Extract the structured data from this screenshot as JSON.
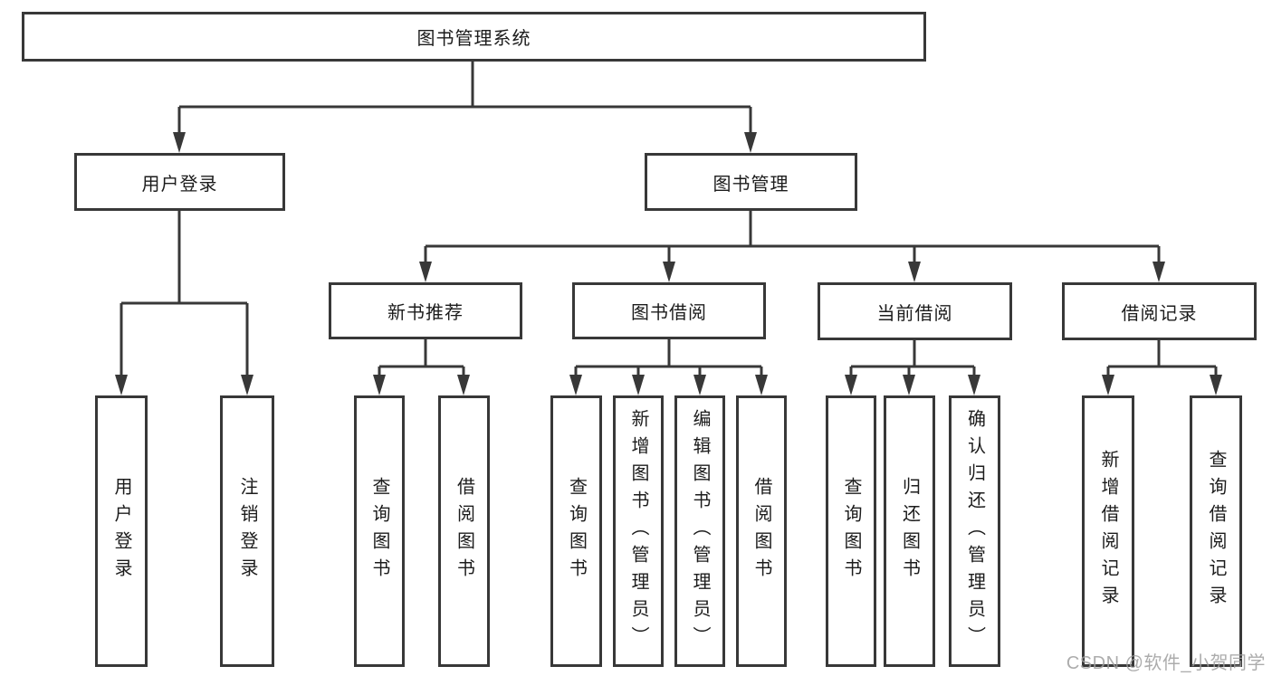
{
  "diagram_title": "图书管理系统",
  "tree": {
    "label": "图书管理系统",
    "children": [
      {
        "label": "用户登录",
        "children": [
          {
            "label": "用户登录"
          },
          {
            "label": "注销登录"
          }
        ]
      },
      {
        "label": "图书管理",
        "children": [
          {
            "label": "新书推荐",
            "children": [
              {
                "label": "查询图书"
              },
              {
                "label": "借阅图书"
              }
            ]
          },
          {
            "label": "图书借阅",
            "children": [
              {
                "label": "查询图书"
              },
              {
                "label": "新增图书（管理员）"
              },
              {
                "label": "编辑图书（管理员）"
              },
              {
                "label": "借阅图书"
              }
            ]
          },
          {
            "label": "当前借阅",
            "children": [
              {
                "label": "查询图书"
              },
              {
                "label": "归还图书"
              },
              {
                "label": "确认归还（管理员）"
              }
            ]
          },
          {
            "label": "借阅记录",
            "children": [
              {
                "label": "新增借阅记录"
              },
              {
                "label": "查询借阅记录"
              }
            ]
          }
        ]
      }
    ]
  },
  "watermark": {
    "text": "CSDN @软件_小贺同学"
  },
  "colors": {
    "line": "#383838",
    "text": "#1c1c1c",
    "box_background": "#ffffff",
    "watermark": "#9e9e9e",
    "background": "#ffffff"
  }
}
